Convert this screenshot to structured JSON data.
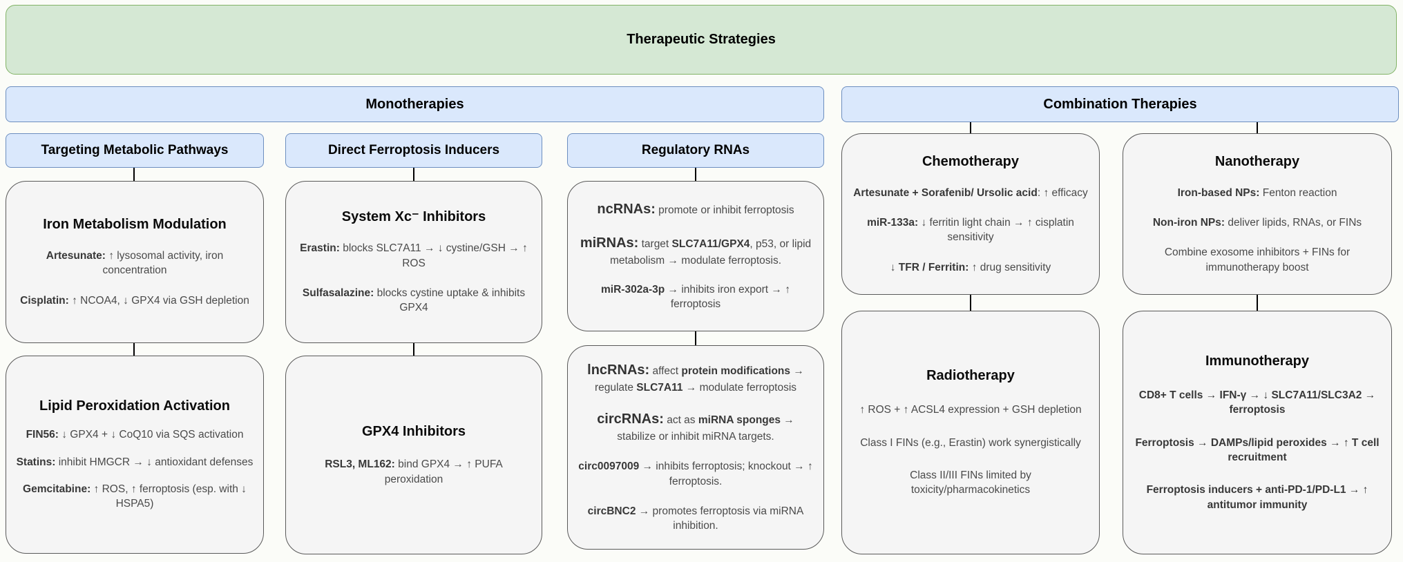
{
  "root": {
    "title": "Therapeutic Strategies"
  },
  "branches": {
    "mono": {
      "label": "Monotherapies"
    },
    "combo": {
      "label": "Combination Therapies"
    }
  },
  "palette": {
    "root_fill": "#d5e8d4",
    "root_border": "#82b366",
    "branch_fill": "#dae8fc",
    "branch_border": "#6c8ebf",
    "node_fill": "#f5f5f5",
    "node_border": "#595959",
    "connector": "#000000"
  },
  "mono": {
    "columns": [
      {
        "header": "Targeting Metabolic Pathways",
        "boxes": [
          {
            "title": "Iron Metabolism Modulation",
            "items": [
              {
                "segments": [
                  {
                    "t": "Artesunate:",
                    "b": true
                  },
                  {
                    "t": " ↑ lysosomal activity, iron concentration"
                  }
                ]
              },
              {
                "segments": [
                  {
                    "t": "Cisplatin:",
                    "b": true
                  },
                  {
                    "t": " ↑ NCOA4, ↓ GPX4 via GSH depletion"
                  }
                ]
              }
            ]
          },
          {
            "title": "Lipid Peroxidation Activation",
            "items": [
              {
                "segments": [
                  {
                    "t": "FIN56:",
                    "b": true
                  },
                  {
                    "t": " ↓ GPX4 + ↓ CoQ10 via SQS activation"
                  }
                ]
              },
              {
                "segments": [
                  {
                    "t": "Statins:",
                    "b": true
                  },
                  {
                    "t": " inhibit HMGCR → ↓ antioxidant defenses"
                  }
                ]
              },
              {
                "segments": [
                  {
                    "t": "Gemcitabine:",
                    "b": true
                  },
                  {
                    "t": " ↑ ROS, ↑ ferroptosis (esp. with ↓ HSPA5)"
                  }
                ]
              }
            ]
          }
        ]
      },
      {
        "header": "Direct Ferroptosis Inducers",
        "boxes": [
          {
            "title": "System Xc⁻ Inhibitors",
            "items": [
              {
                "segments": [
                  {
                    "t": "Erastin:",
                    "b": true
                  },
                  {
                    "t": " blocks SLC7A11 → ↓ cystine/GSH → ↑ ROS"
                  }
                ]
              },
              {
                "segments": [
                  {
                    "t": "Sulfasalazine:",
                    "b": true
                  },
                  {
                    "t": " blocks cystine uptake & inhibits GPX4"
                  }
                ]
              }
            ]
          },
          {
            "title": "GPX4 Inhibitors",
            "items": [
              {
                "segments": [
                  {
                    "t": "RSL3, ML162:",
                    "b": true
                  },
                  {
                    "t": " bind GPX4 → ↑ PUFA peroxidation"
                  }
                ]
              }
            ]
          }
        ]
      },
      {
        "header": "Regulatory RNAs",
        "boxes": [
          {
            "items": [
              {
                "segments": [
                  {
                    "t": "ncRNAs:",
                    "b": true,
                    "lg": true
                  },
                  {
                    "t": " promote or inhibit ferroptosis"
                  }
                ]
              },
              {
                "segments": [
                  {
                    "t": "miRNAs:",
                    "b": true,
                    "lg": true
                  },
                  {
                    "t": " target "
                  },
                  {
                    "t": "SLC7A11/GPX4",
                    "b": true
                  },
                  {
                    "t": ", p53, or lipid metabolism → modulate ferroptosis."
                  }
                ]
              },
              {
                "segments": [
                  {
                    "t": "miR-302a-3p",
                    "b": true
                  },
                  {
                    "t": " → inhibits iron export → ↑ ferroptosis"
                  }
                ]
              }
            ]
          },
          {
            "items": [
              {
                "segments": [
                  {
                    "t": "lncRNAs:",
                    "b": true,
                    "lg": true
                  },
                  {
                    "t": " affect "
                  },
                  {
                    "t": "protein modifications",
                    "b": true
                  },
                  {
                    "t": " → regulate "
                  },
                  {
                    "t": "SLC7A11",
                    "b": true
                  },
                  {
                    "t": " → modulate ferroptosis"
                  }
                ]
              },
              {
                "segments": [
                  {
                    "t": "circRNAs:",
                    "b": true,
                    "lg": true
                  },
                  {
                    "t": " act as "
                  },
                  {
                    "t": "miRNA sponges",
                    "b": true
                  },
                  {
                    "t": " → stabilize or inhibit miRNA targets."
                  }
                ]
              },
              {
                "segments": [
                  {
                    "t": "circ0097009",
                    "b": true
                  },
                  {
                    "t": " → inhibits ferroptosis; knockout → ↑ ferroptosis."
                  }
                ]
              },
              {
                "segments": [
                  {
                    "t": "circBNC2",
                    "b": true
                  },
                  {
                    "t": " → promotes ferroptosis via miRNA inhibition."
                  }
                ]
              }
            ]
          }
        ]
      }
    ]
  },
  "combo": {
    "boxes": [
      {
        "title": "Chemotherapy",
        "items": [
          {
            "segments": [
              {
                "t": "Artesunate + Sorafenib/ Ursolic acid",
                "b": true
              },
              {
                "t": ": ↑ efficacy"
              }
            ]
          },
          {
            "segments": [
              {
                "t": "miR-133a:",
                "b": true
              },
              {
                "t": " ↓ ferritin light chain → ↑ cisplatin sensitivity"
              }
            ]
          },
          {
            "segments": [
              {
                "t": "↓ "
              },
              {
                "t": "TFR / Ferritin:",
                "b": true
              },
              {
                "t": " ↑ drug sensitivity"
              }
            ]
          }
        ]
      },
      {
        "title": "Nanotherapy",
        "items": [
          {
            "segments": [
              {
                "t": "Iron-based NPs:",
                "b": true
              },
              {
                "t": " Fenton reaction"
              }
            ]
          },
          {
            "segments": [
              {
                "t": "Non-iron NPs:",
                "b": true
              },
              {
                "t": " deliver lipids, RNAs, or FINs"
              }
            ]
          },
          {
            "segments": [
              {
                "t": "Combine exosome inhibitors + FINs for immunotherapy boost"
              }
            ]
          }
        ]
      },
      {
        "title": "Radiotherapy",
        "items": [
          {
            "segments": [
              {
                "t": "↑ ROS + ↑ ACSL4 expression + GSH depletion"
              }
            ]
          },
          {
            "segments": [
              {
                "t": "Class I FINs (e.g., Erastin) work synergistically"
              }
            ]
          },
          {
            "segments": [
              {
                "t": "Class II/III FINs limited by toxicity/pharmacokinetics"
              }
            ]
          }
        ]
      },
      {
        "title": "Immunotherapy",
        "items": [
          {
            "segments": [
              {
                "t": "CD8+ T cells → IFN-γ → ↓ SLC7A11/SLC3A2 → ferroptosis",
                "b": true
              }
            ]
          },
          {
            "segments": [
              {
                "t": "Ferroptosis → DAMPs/lipid peroxides → ↑ T cell recruitment",
                "b": true
              }
            ]
          },
          {
            "segments": [
              {
                "t": "Ferroptosis inducers + anti-PD-1/PD-L1 → ↑ antitumor immunity",
                "b": true
              }
            ]
          }
        ]
      }
    ]
  }
}
